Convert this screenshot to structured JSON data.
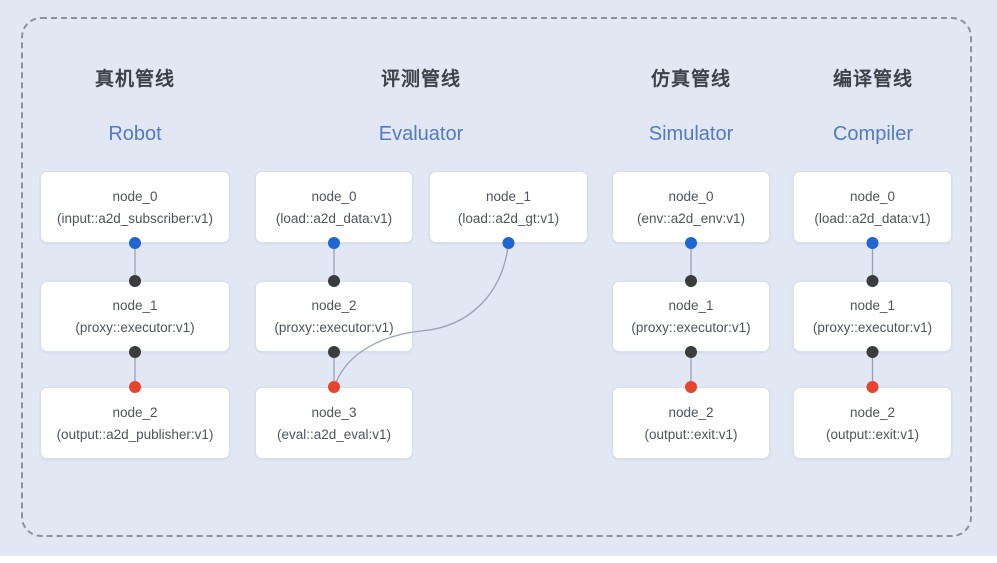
{
  "diagram": {
    "pipelines": [
      {
        "title_zh": "真机管线",
        "title_en": "Robot",
        "nodes": [
          {
            "name": "node_0",
            "type": "(input::a2d_subscriber:v1)"
          },
          {
            "name": "node_1",
            "type": "(proxy::executor:v1)"
          },
          {
            "name": "node_2",
            "type": "(output::a2d_publisher:v1)"
          }
        ]
      },
      {
        "title_zh": "评测管线",
        "title_en": "Evaluator",
        "nodes": [
          {
            "name": "node_0",
            "type": "(load::a2d_data:v1)"
          },
          {
            "name": "node_1",
            "type": "(load::a2d_gt:v1)"
          },
          {
            "name": "node_2",
            "type": "(proxy::executor:v1)"
          },
          {
            "name": "node_3",
            "type": "(eval::a2d_eval:v1)"
          }
        ]
      },
      {
        "title_zh": "仿真管线",
        "title_en": "Simulator",
        "nodes": [
          {
            "name": "node_0",
            "type": "(env::a2d_env:v1)"
          },
          {
            "name": "node_1",
            "type": "(proxy::executor:v1)"
          },
          {
            "name": "node_2",
            "type": "(output::exit:v1)"
          }
        ]
      },
      {
        "title_zh": "编译管线",
        "title_en": "Compiler",
        "nodes": [
          {
            "name": "node_0",
            "type": "(load::a2d_data:v1)"
          },
          {
            "name": "node_1",
            "type": "(proxy::executor:v1)"
          },
          {
            "name": "node_2",
            "type": "(output::exit:v1)"
          }
        ]
      }
    ],
    "colors": {
      "background": "#e2e7f4",
      "dash_border": "#8b929c",
      "card_bg": "#ffffff",
      "card_border": "#d9dee8",
      "node_text": "#4f545b",
      "title_zh": "#3d424a",
      "title_en": "#5679c4",
      "edge": "#98a2b5",
      "port_blue": "#2066d2",
      "port_black": "#3b3c3e",
      "port_red": "#e8432d"
    }
  }
}
